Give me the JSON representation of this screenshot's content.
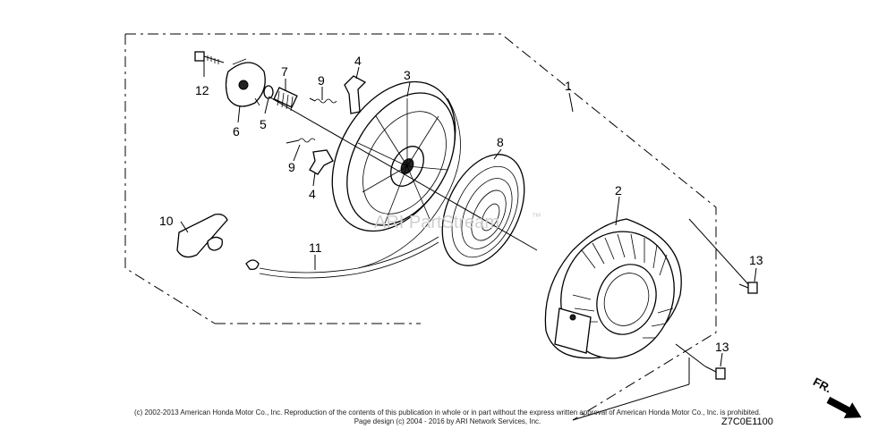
{
  "callouts": {
    "c1": "1",
    "c2": "2",
    "c3": "3",
    "c4a": "4",
    "c4b": "4",
    "c5": "5",
    "c6": "6",
    "c7": "7",
    "c8": "8",
    "c9a": "9",
    "c9b": "9",
    "c10": "10",
    "c11": "11",
    "c12": "12",
    "c13a": "13",
    "c13b": "13"
  },
  "watermark": "ARI PartStream",
  "watermark_tm": "™",
  "copyright_line1": "(c) 2002-2013 American Honda Motor Co., Inc. Reproduction of the contents of this publication in whole or in part without the express written approval of American Honda Motor Co., Inc. is prohibited.",
  "copyright_line2": "Page design (c) 2004 - 2016 by ARI Network Services, Inc.",
  "diagram_code": "Z7C0E1100",
  "front_label": "FR."
}
